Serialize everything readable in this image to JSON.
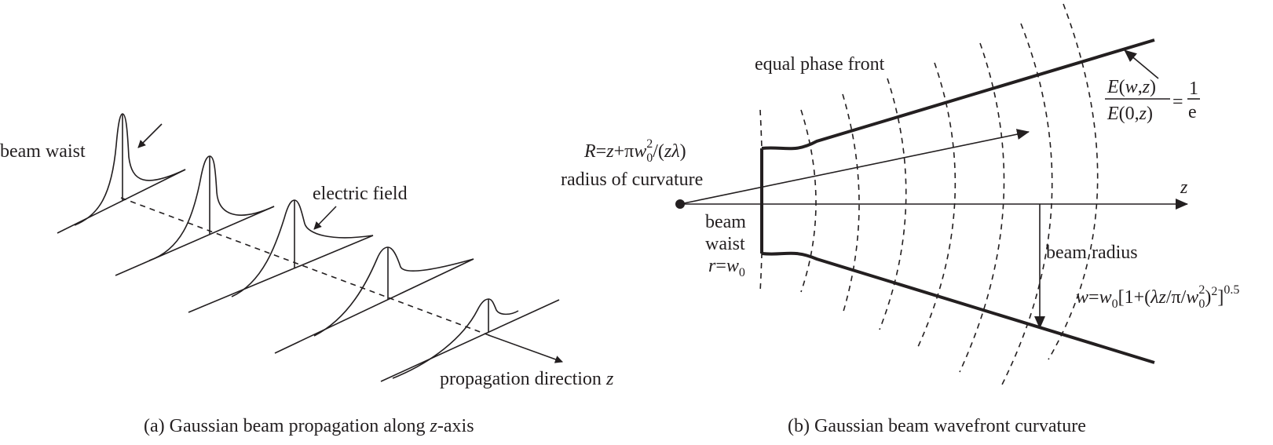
{
  "panel_a": {
    "caption_prefix": "(a) Gaussian beam propagation along ",
    "caption_var": "z",
    "caption_suffix": "-axis",
    "beam_waist_label": "beam waist",
    "electric_field_label": "electric field",
    "propagation_label": "propagation direction ",
    "propagation_var": "z"
  },
  "panel_b": {
    "caption": "(b) Gaussian beam wavefront curvature",
    "equal_phase_label": "equal phase front",
    "radius_formula": {
      "R": "R",
      "eq1": "=",
      "z": "z",
      "plus_pi": "+π",
      "w": "w",
      "sub0": "0",
      "sup2": "2",
      "open": "/(",
      "z2": "z",
      "lambda": "λ",
      "close": ")"
    },
    "radius_label": "radius of curvature",
    "z_axis_label": "z",
    "beam_label": "beam",
    "waist_label": "waist",
    "r_formula": {
      "r": "r",
      "eq": "=",
      "w": "w",
      "sub0": "0"
    },
    "beam_radius_label": "beam radius",
    "efield_ratio": {
      "num_E": "E",
      "num_args_open": "(",
      "num_w": "w",
      "num_comma": ",",
      "num_z": "z",
      "num_close": ")",
      "den_E": "E",
      "den_open": "(0,",
      "den_z": "z",
      "den_close": ")",
      "eq": "=",
      "one": "1",
      "e": "e"
    },
    "w_formula": {
      "w": "w",
      "eq": "=",
      "w0": "w",
      "sub0": "0",
      "open": "[1+(",
      "lz": "λz",
      "slash_pi": "/π/",
      "w2": "w",
      "sub0b": "0",
      "sup2": "2",
      "close1": ")",
      "sup2b": "2",
      "close2": "]",
      "sup05": "0.5"
    }
  }
}
